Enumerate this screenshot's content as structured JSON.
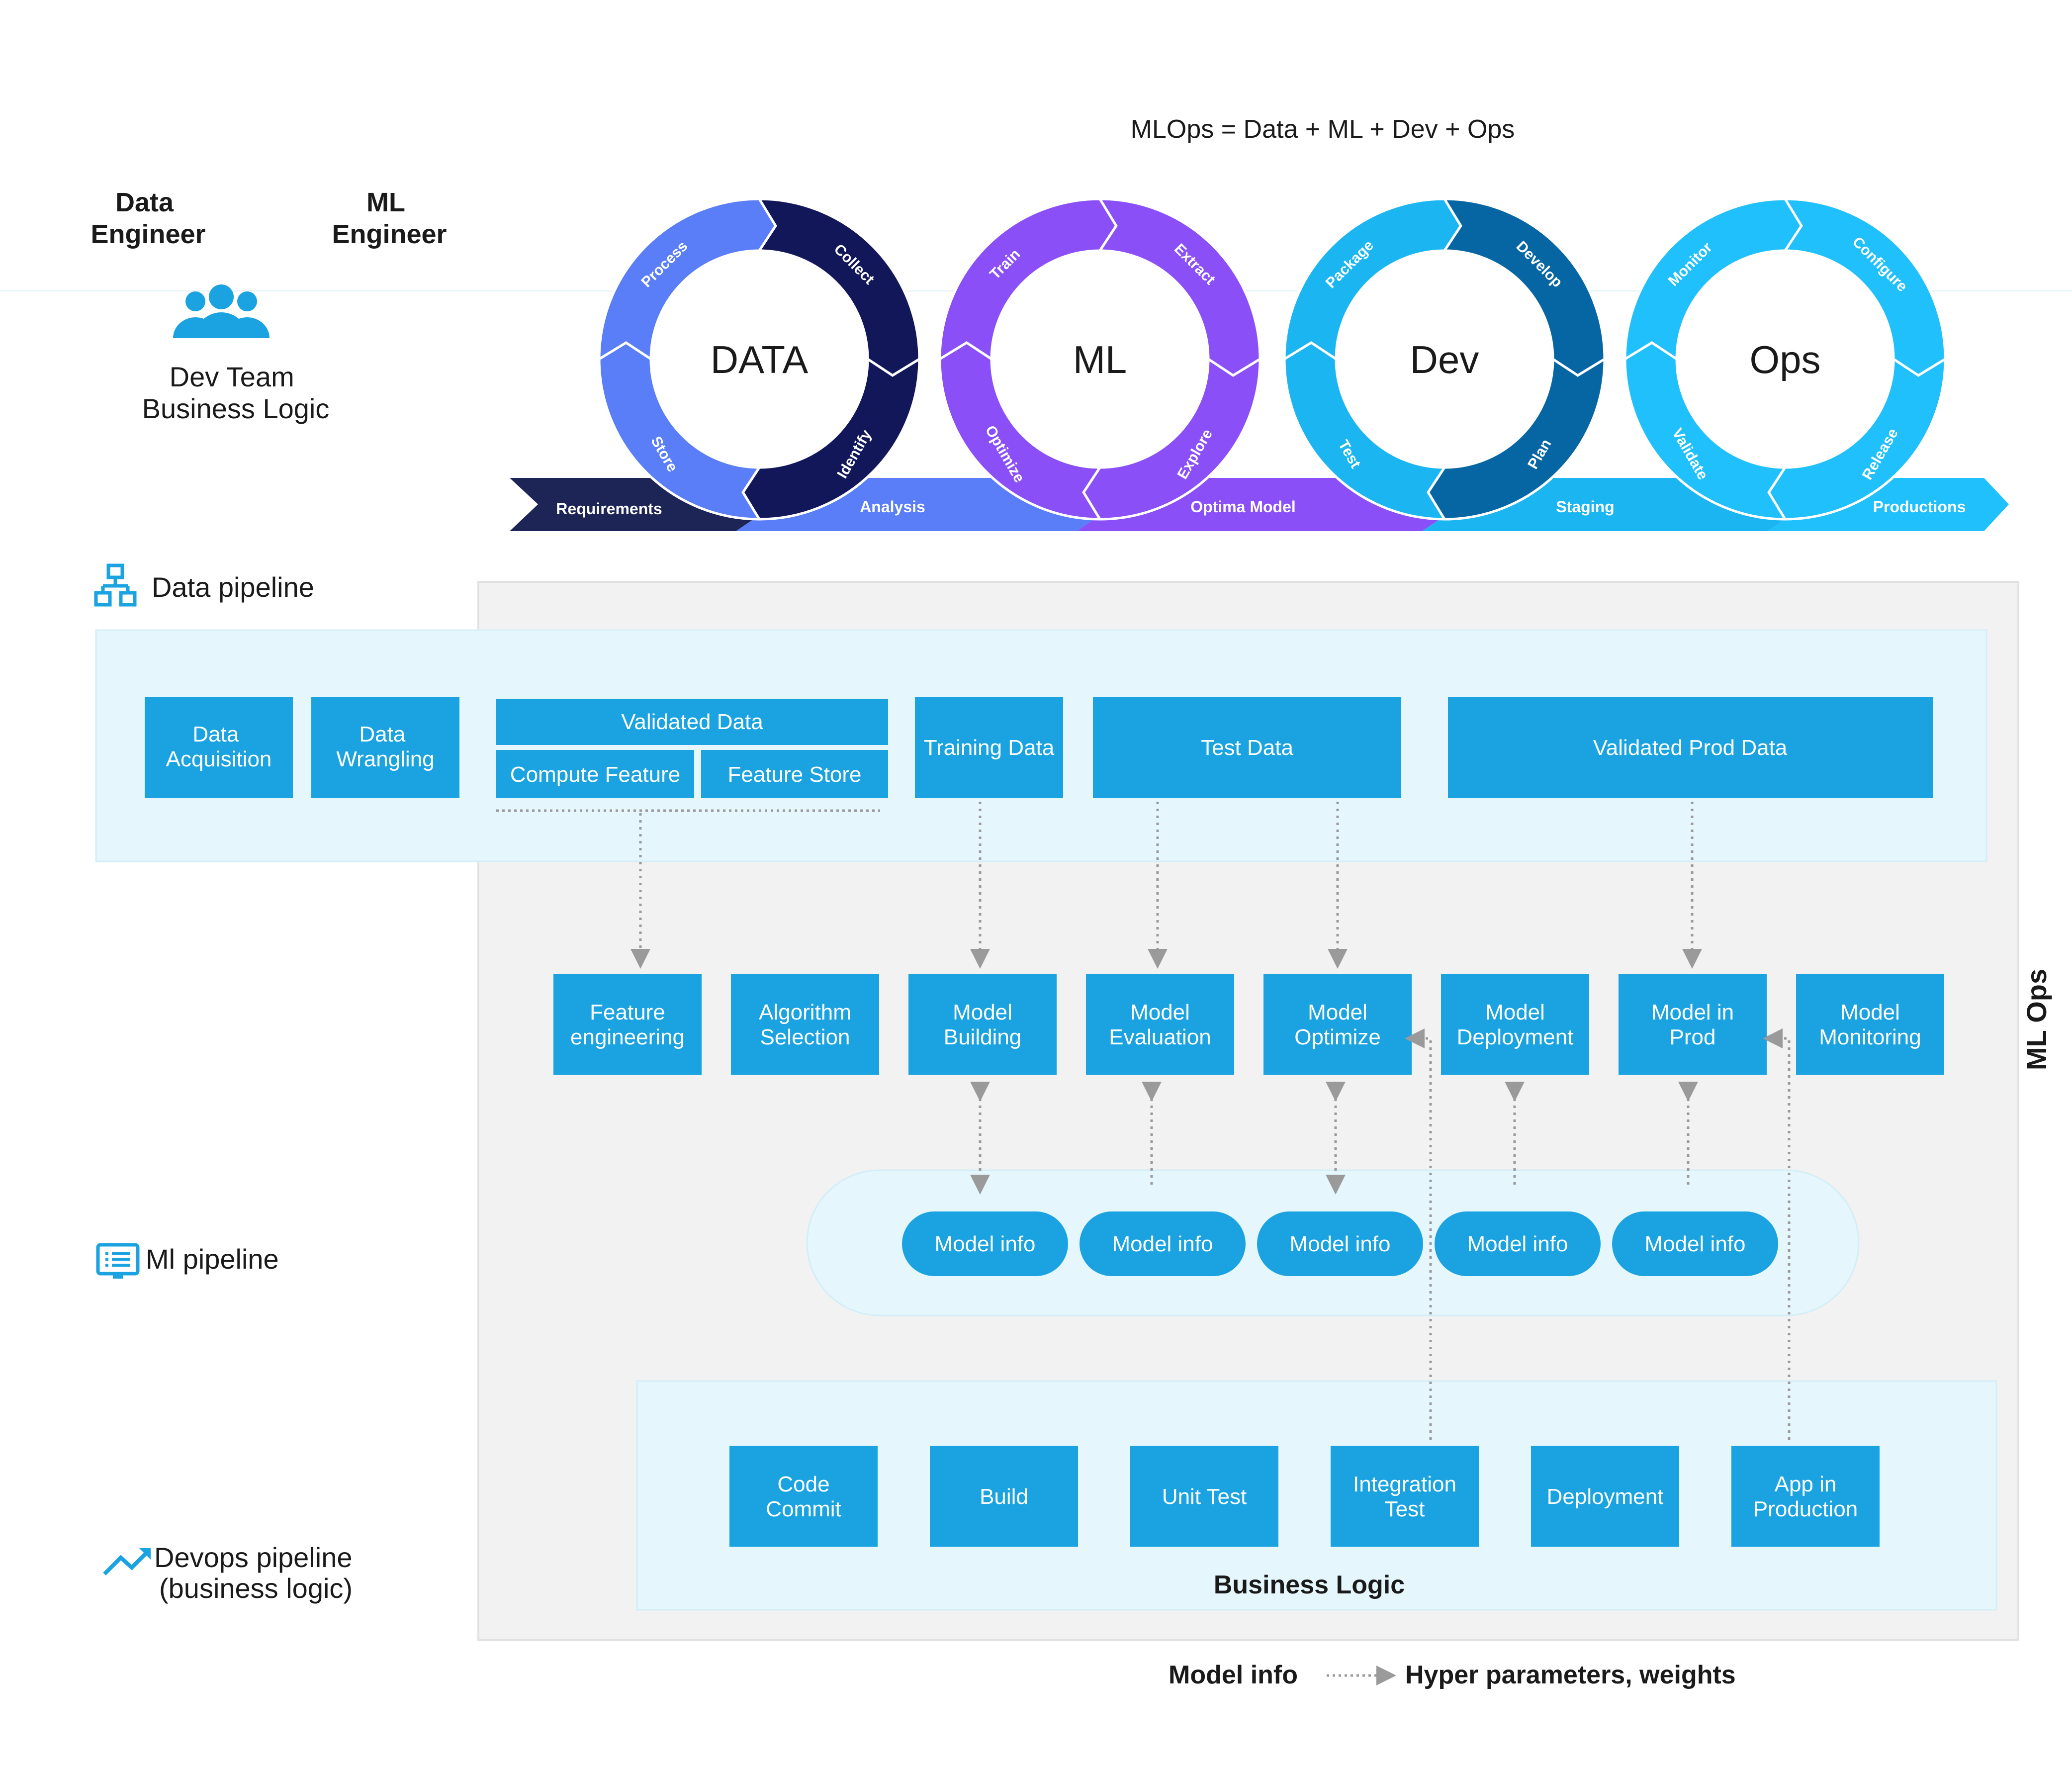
{
  "title": "MLOps = Data + ML + Dev + Ops",
  "roles": {
    "data_engineer": [
      "Data",
      "Engineer"
    ],
    "ml_engineer": [
      "ML",
      "Engineer"
    ],
    "dev_team": [
      "Dev Team",
      "Business Logic"
    ]
  },
  "colors": {
    "box": "#1aa3e0",
    "data_dark": "#12175a",
    "data_light": "#5a7ef8",
    "ml": "#8a4ff7",
    "dev_dark": "#0665a3",
    "dev_light": "#1bb6f2",
    "ops": "#1fc0fb",
    "panel_bg": "#f2f2f2",
    "band_bg": "#e5f7fd",
    "requirements": "#1d2556"
  },
  "cycles": [
    {
      "center": "DATA",
      "segments": [
        "Process",
        "Collect",
        "Identify",
        "Store"
      ]
    },
    {
      "center": "ML",
      "segments": [
        "Train",
        "Extract",
        "Explore",
        "Optimize"
      ]
    },
    {
      "center": "Dev",
      "segments": [
        "Package",
        "Develop",
        "Plan",
        "Test"
      ]
    },
    {
      "center": "Ops",
      "segments": [
        "Monitor",
        "Configure",
        "Release",
        "Validate"
      ]
    }
  ],
  "flow": [
    "Requirements",
    "Analysis",
    "Optima Model",
    "Staging",
    "Productions"
  ],
  "sections": {
    "data_pipeline": "Data pipeline",
    "ml_pipeline": "Ml pipeline",
    "devops_pipeline": [
      "Devops pipeline",
      "(business logic)"
    ],
    "side_label": "ML Ops"
  },
  "data_pipeline": {
    "data_acquisition": [
      "Data",
      "Acquisition"
    ],
    "data_wrangling": [
      "Data",
      "Wrangling"
    ],
    "validated_data": "Validated Data",
    "compute_feature": "Compute Feature",
    "feature_store": "Feature Store",
    "training_data": "Training Data",
    "test_data": "Test Data",
    "validated_prod_data": "Validated Prod Data"
  },
  "ml_pipeline": [
    [
      "Feature",
      "engineering"
    ],
    [
      "Algorithm",
      "Selection"
    ],
    [
      "Model",
      "Building"
    ],
    [
      "Model",
      "Evaluation"
    ],
    [
      "Model",
      "Optimize"
    ],
    [
      "Model",
      "Deployment"
    ],
    [
      "Model in",
      "Prod"
    ],
    [
      "Model",
      "Monitoring"
    ]
  ],
  "model_info": [
    "Model info",
    "Model info",
    "Model info",
    "Model info",
    "Model info"
  ],
  "devops_pipeline": [
    [
      "Code",
      "Commit"
    ],
    [
      "Build"
    ],
    [
      "Unit Test"
    ],
    [
      "Integration",
      "Test"
    ],
    [
      "Deployment"
    ],
    [
      "App in",
      "Production"
    ]
  ],
  "business_logic": "Business Logic",
  "legend": {
    "left": "Model info",
    "right": "Hyper parameters, weights"
  }
}
